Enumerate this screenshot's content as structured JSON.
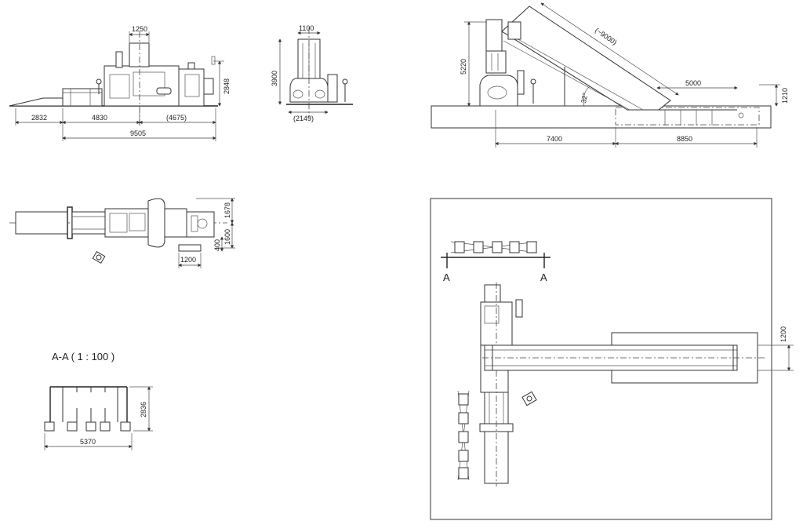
{
  "side_view": {
    "dim_top": "1250",
    "dim_height": "2848",
    "dim_left": "2832",
    "dim_mid": "4830",
    "dim_right": "(4675)",
    "dim_total": "9505"
  },
  "front_view": {
    "dim_top": "1100",
    "dim_height": "3900",
    "dim_bottom": "(2149)"
  },
  "conveyor_view": {
    "dim_height": "5220",
    "dim_slope": "(~9000)",
    "dim_angle": "32°",
    "dim_pit": "5000",
    "dim_pit_depth": "1210",
    "dim_base_left": "7400",
    "dim_base_right": "8850"
  },
  "plan_view": {
    "dim_width_top": "1678",
    "dim_width_bottom": "1600",
    "dim_offset": "400",
    "dim_small": "1200"
  },
  "section_aa": {
    "title": "A-A ( 1 : 100 )",
    "dim_height": "2836",
    "dim_width": "5370"
  },
  "layout_plan": {
    "section_marker_left": "A",
    "section_marker_right": "A",
    "dim_conveyor_width": "1200"
  }
}
